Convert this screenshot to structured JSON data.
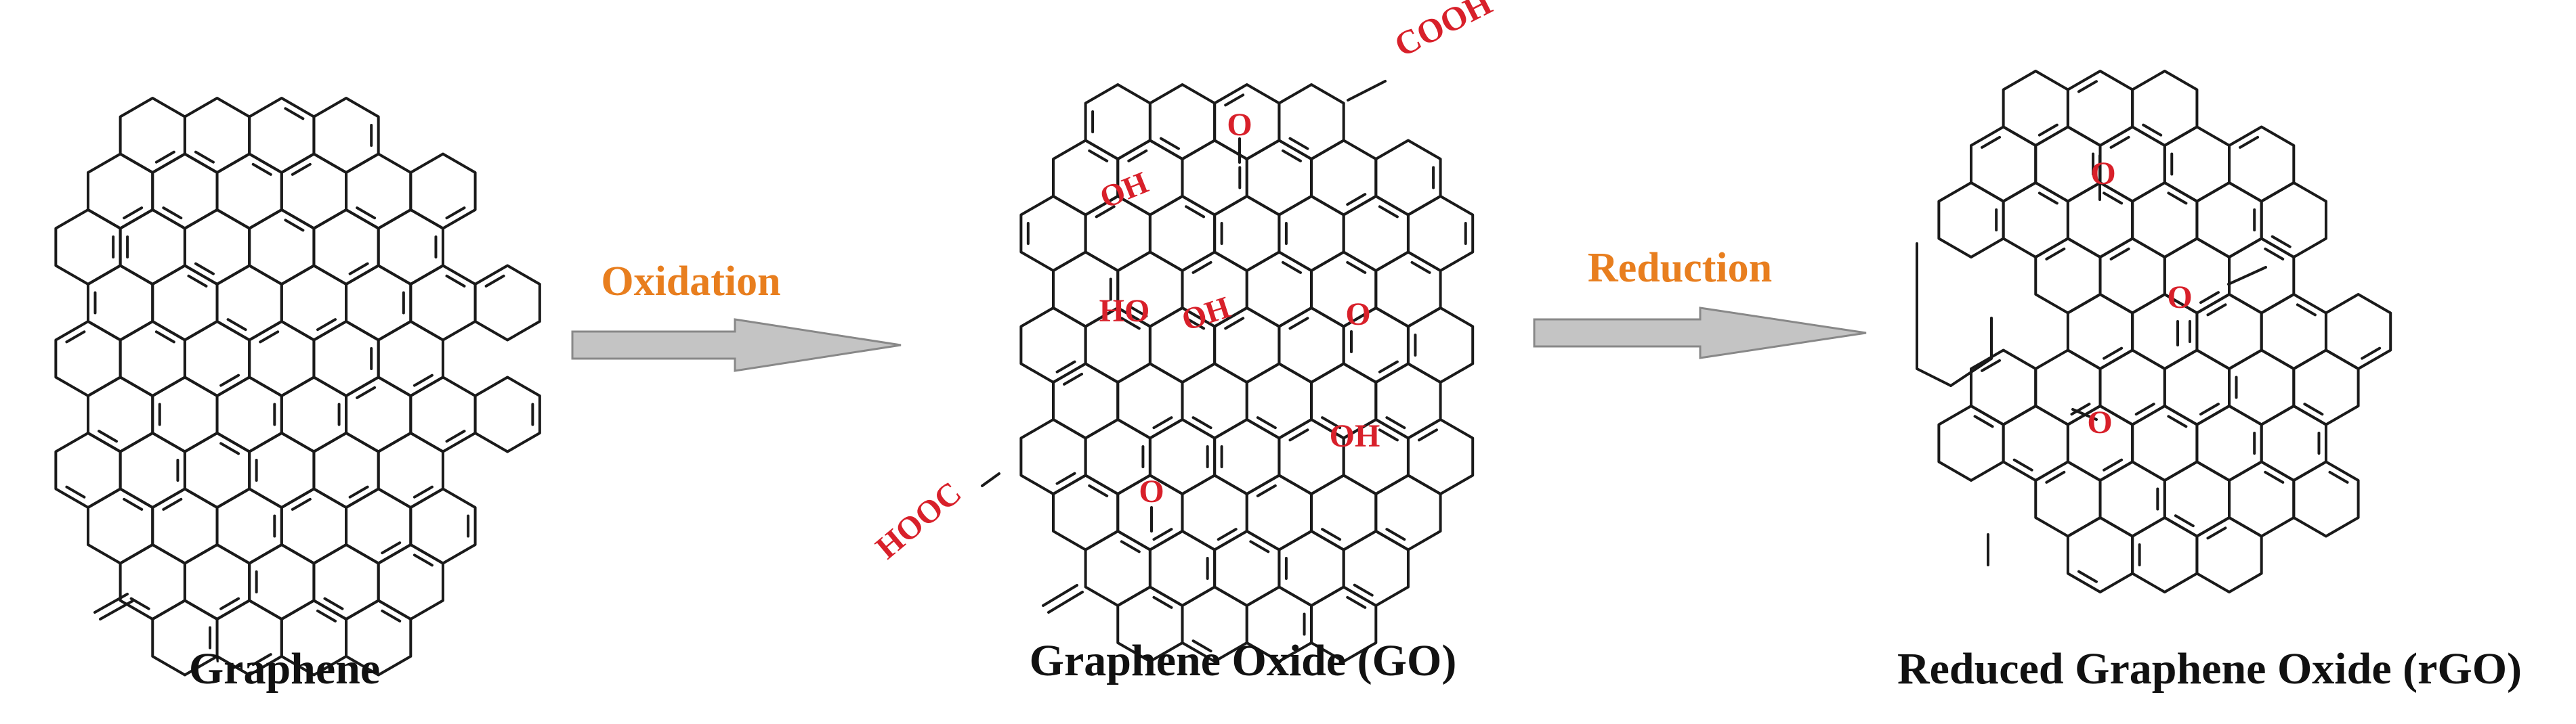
{
  "colors": {
    "bond": "#1a1a1a",
    "group": "#d8202a",
    "step": "#e87e1e",
    "arrow_fill": "#c4c4c4",
    "arrow_stroke": "#888888",
    "caption": "#111111"
  },
  "steps": {
    "oxidation": "Oxidation",
    "reduction": "Reduction"
  },
  "captions": {
    "graphene": "Graphene",
    "go": "Graphene Oxide (GO)",
    "rgo": "Reduced Graphene Oxide (rGO)"
  },
  "go_groups": {
    "cooh": "COOH",
    "o_top": "O",
    "oh_upper": "OH",
    "ho_mid": "HO",
    "oh_mid": "OH",
    "o_right": "O",
    "oh_lower": "OH",
    "hooc": "HOOC",
    "o_bottom": "O"
  },
  "rgo_groups": {
    "o_a": "O",
    "o_b": "O",
    "o_c": "O"
  }
}
